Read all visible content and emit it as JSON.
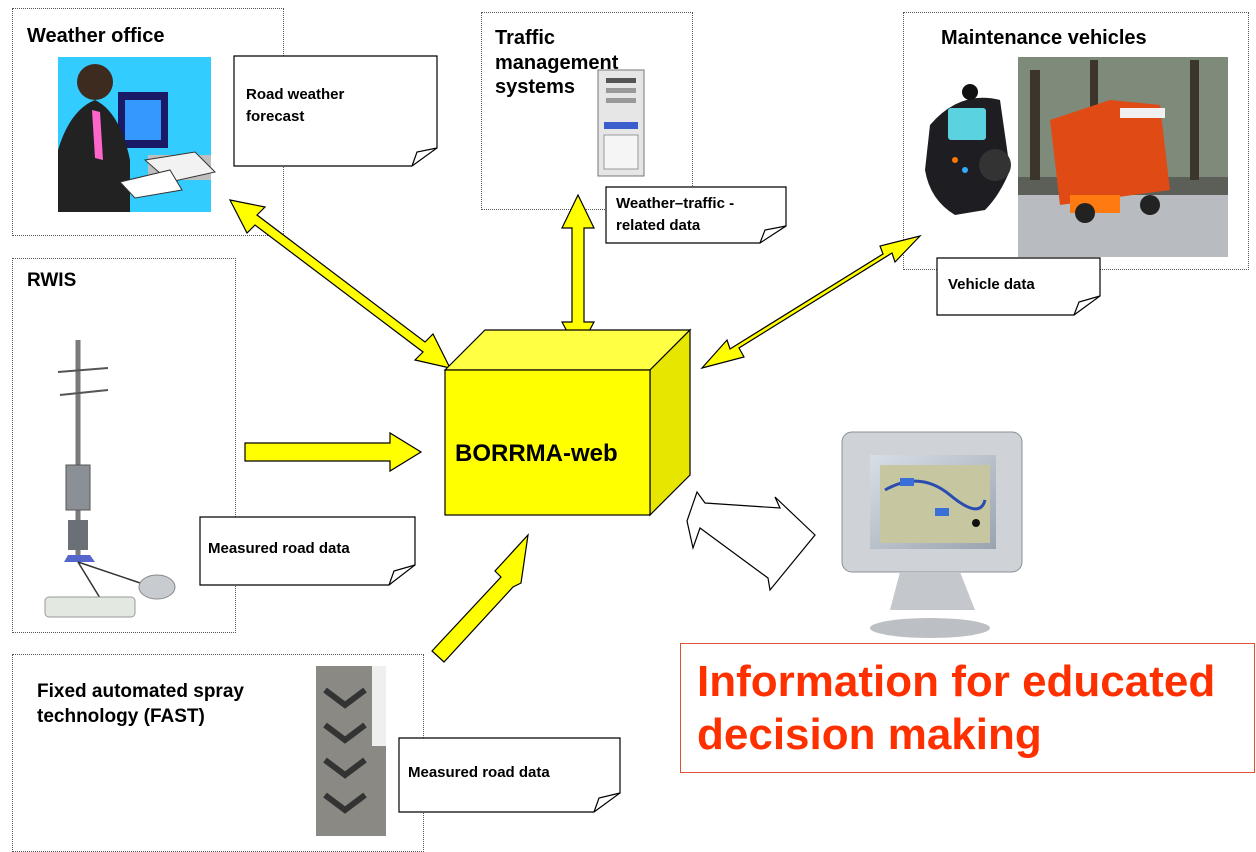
{
  "weather_office": {
    "title": "Weather office",
    "note": "Road weather forecast"
  },
  "traffic": {
    "title": "Traffic management systems",
    "note": "Weather–traffic -related data"
  },
  "maintenance": {
    "title": "Maintenance vehicles",
    "note": "Vehicle data"
  },
  "rwis": {
    "title": "RWIS",
    "note": "Measured road data"
  },
  "fast": {
    "title": "Fixed automated spray technology (FAST)",
    "note": "Measured road data"
  },
  "center": {
    "label": "BORRMA-web"
  },
  "info": {
    "text": "Information for educated decision making"
  },
  "colors": {
    "arrow": "#ffff00",
    "cube": "#ffff00",
    "info": "#ff3000"
  }
}
